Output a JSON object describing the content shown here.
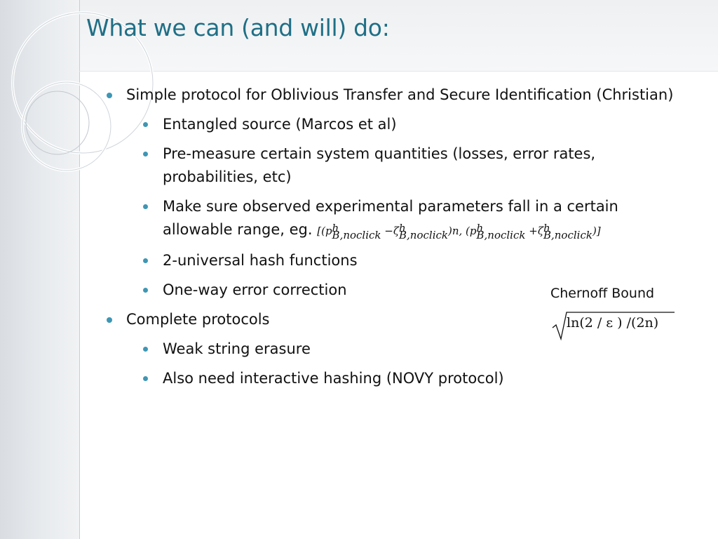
{
  "slide": {
    "title": "What we can (and will) do:",
    "bullets": [
      {
        "text": "Simple protocol for Oblivious Transfer and Secure Identification (Christian)"
      },
      {
        "text": "Entangled source (Marcos et al)"
      },
      {
        "text": "Pre-measure certain system quantities (losses, error rates, probabilities, etc)"
      },
      {
        "text": "Make sure observed experimental parameters fall in a certain allowable range, eg."
      },
      {
        "text": "2-universal hash functions"
      },
      {
        "text": "One-way error correction"
      },
      {
        "text": "Complete protocols"
      },
      {
        "text": "Weak string erasure"
      },
      {
        "text": "Also need interactive hashing (NOVY protocol)"
      }
    ],
    "formula_range": {
      "open": "[(",
      "p": "p",
      "sup": "h",
      "sub": "B,noclick",
      "minus": "−",
      "zeta": "ζ",
      "mid": ")n, (",
      "plus": "+",
      "close": ")]"
    },
    "chernoff": {
      "label": "Chernoff Bound",
      "formula": "ln(2 / ε ) /(2n)"
    }
  },
  "colors": {
    "title": "#1f6f86",
    "bullet": "#3e96b4",
    "band": "#dde1e5"
  }
}
